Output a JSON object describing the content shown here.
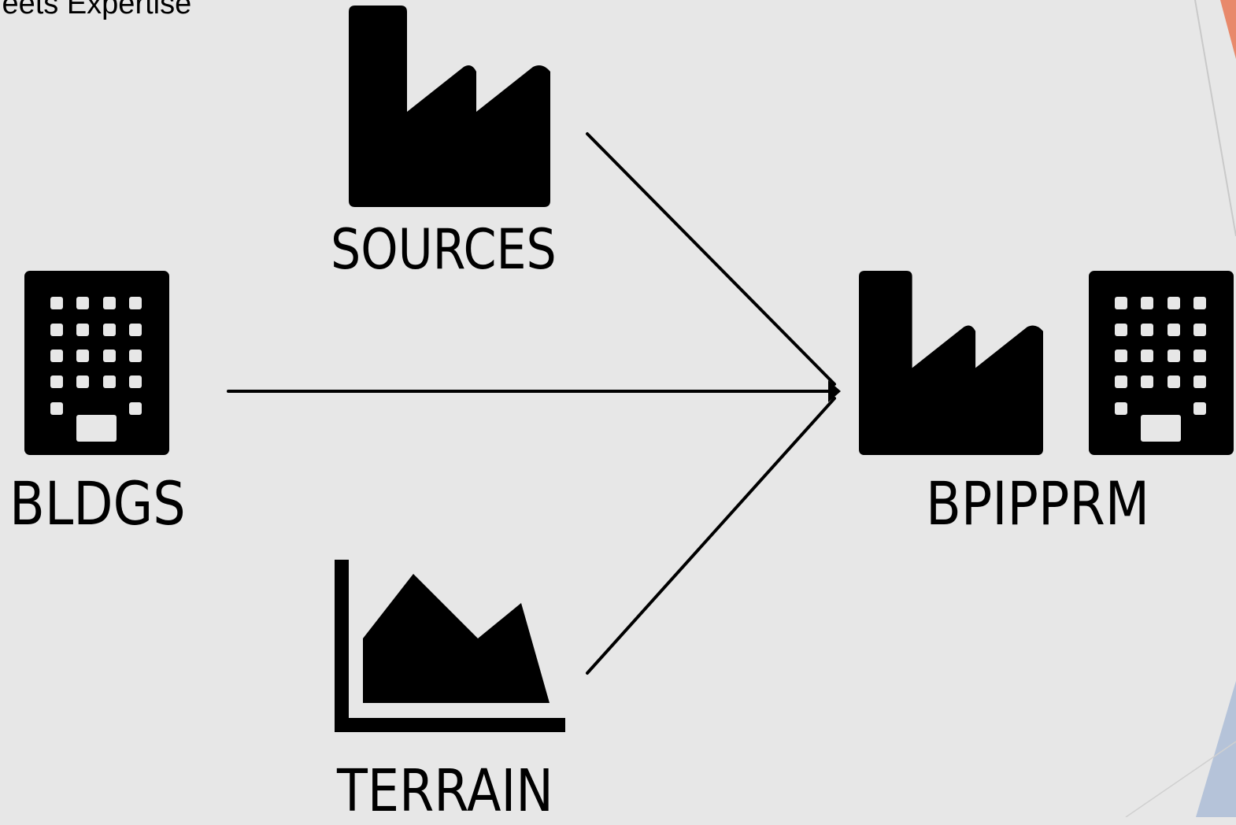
{
  "header": {
    "partial_title": "leets Expertise"
  },
  "nodes": {
    "sources": {
      "label": "SOURCES",
      "icon": "factory-icon"
    },
    "bldgs": {
      "label": "BLDGS",
      "icon": "building-icon"
    },
    "terrain": {
      "label": "TERRAIN",
      "icon": "area-chart-icon"
    },
    "bpipprm": {
      "label": "BPIPPRM",
      "icons": [
        "factory-icon",
        "building-icon"
      ]
    }
  },
  "edges": [
    {
      "from": "SOURCES",
      "to": "BPIPPRM"
    },
    {
      "from": "BLDGS",
      "to": "BPIPPRM"
    },
    {
      "from": "TERRAIN",
      "to": "BPIPPRM"
    }
  ],
  "colors": {
    "background": "#e7e7e7",
    "ink": "#000000",
    "accent_orange": "#e8896b",
    "accent_blue": "#b5c3d9"
  }
}
